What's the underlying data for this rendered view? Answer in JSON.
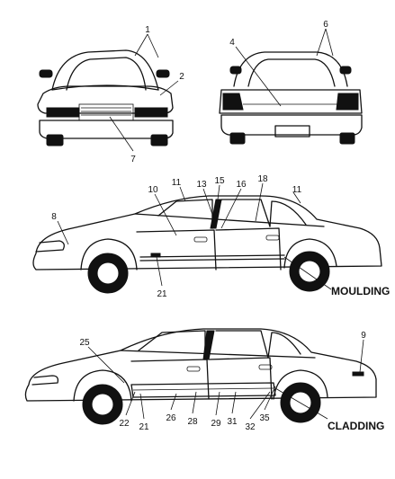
{
  "callouts": {
    "n1": "1",
    "n2": "2",
    "n4": "4",
    "n6": "6",
    "n7": "7",
    "n8": "8",
    "n9": "9",
    "n10": "10",
    "n11a": "11",
    "n11b": "11",
    "n13": "13",
    "n15": "15",
    "n16": "16",
    "n18": "18",
    "n21a": "21",
    "n21b": "21",
    "n22": "22",
    "n25": "25",
    "n26": "26",
    "n28": "28",
    "n29": "29",
    "n31": "31",
    "n32": "32",
    "n35": "35"
  },
  "section_labels": {
    "moulding": "MOULDING",
    "cladding": "CLADDING"
  }
}
